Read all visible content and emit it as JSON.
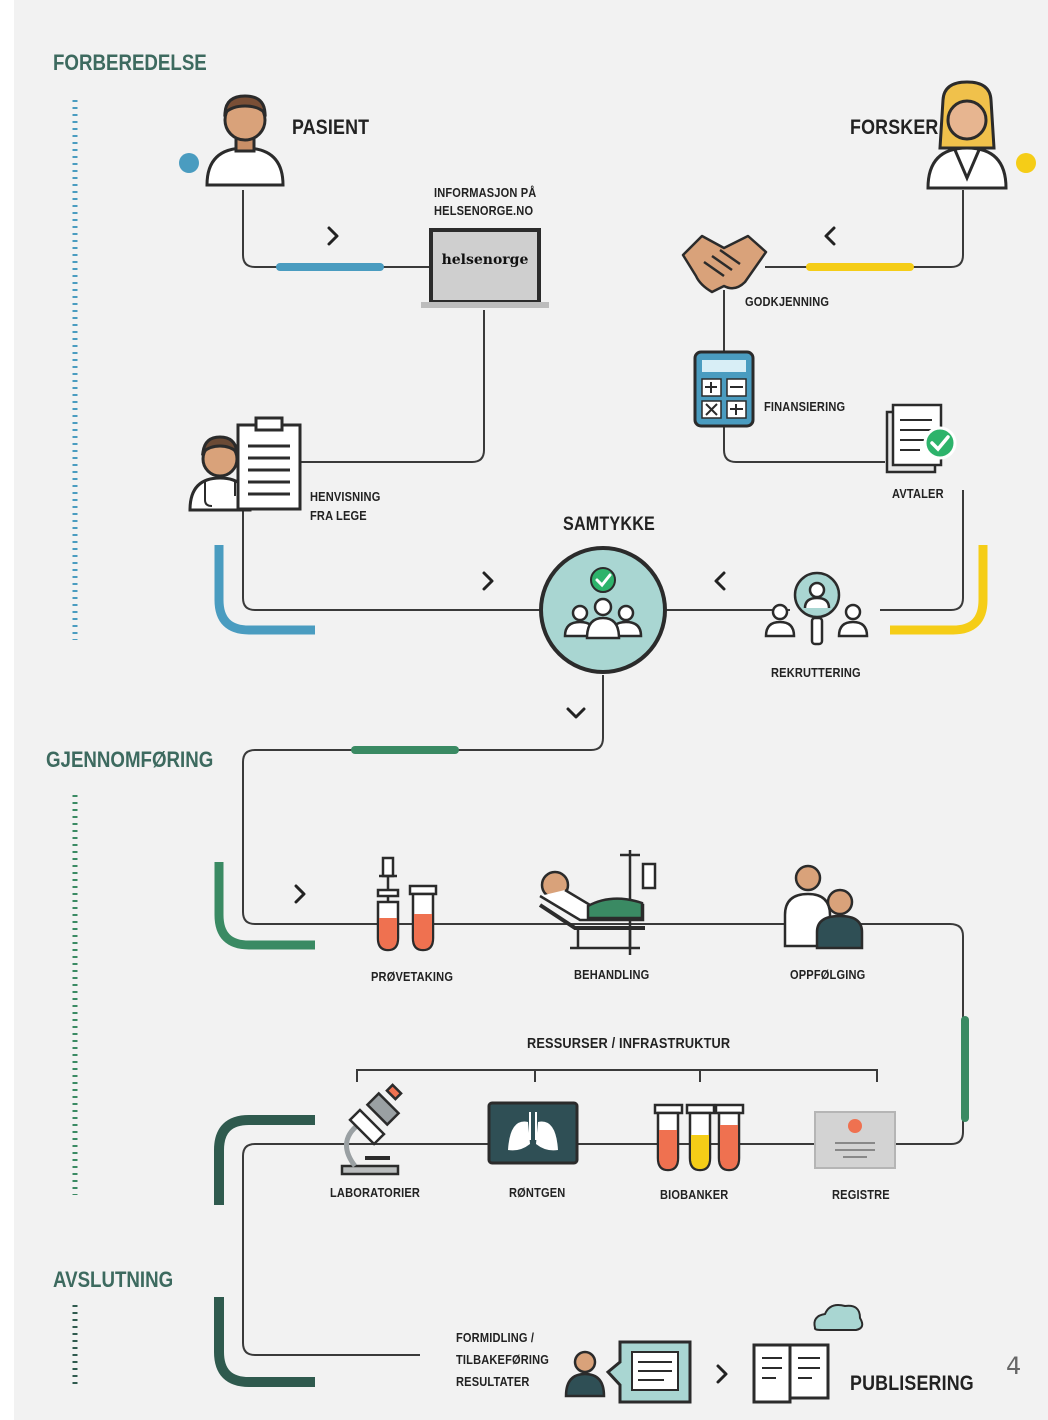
{
  "sections": {
    "preparation": "FORBEREDELSE",
    "execution": "GJENNOMFØRING",
    "closing": "AVSLUTNING"
  },
  "nodes": {
    "patient": "PASIENT",
    "researcher": "FORSKER",
    "info_line1": "INFORMASJON PÅ",
    "info_line2": "HELSENORGE.NO",
    "laptop_brand": "helsenorge",
    "approval": "GODKJENNING",
    "funding": "FINANSIERING",
    "agreements": "AVTALER",
    "referral_line1": "HENVISNING",
    "referral_line2": "FRA LEGE",
    "consent": "SAMTYKKE",
    "recruitment": "REKRUTTERING",
    "sampling": "PRØVETAKING",
    "treatment": "BEHANDLING",
    "followup": "OPPFØLGING",
    "resources": "RESSURSER / INFRASTRUKTUR",
    "labs": "LABORATORIER",
    "xray": "RØNTGEN",
    "biobanks": "BIOBANKER",
    "registries": "REGISTRE",
    "dissemination_line1": "FORMIDLING /",
    "dissemination_line2": "TILBAKEFØRING",
    "dissemination_line3": "RESULTATER",
    "publishing": "PUBLISERING"
  },
  "page_number": "4",
  "colors": {
    "background": "#f2f2f2",
    "patient_blue": "#4a9cc0",
    "researcher_yellow": "#f5cd17",
    "execution_green": "#3a8a63",
    "closing_dark_green": "#2f5a4e",
    "line": "#3a3a3a",
    "consent_teal": "#a9d6d2",
    "check_green": "#2db36b",
    "sample_red": "#ef7150"
  }
}
